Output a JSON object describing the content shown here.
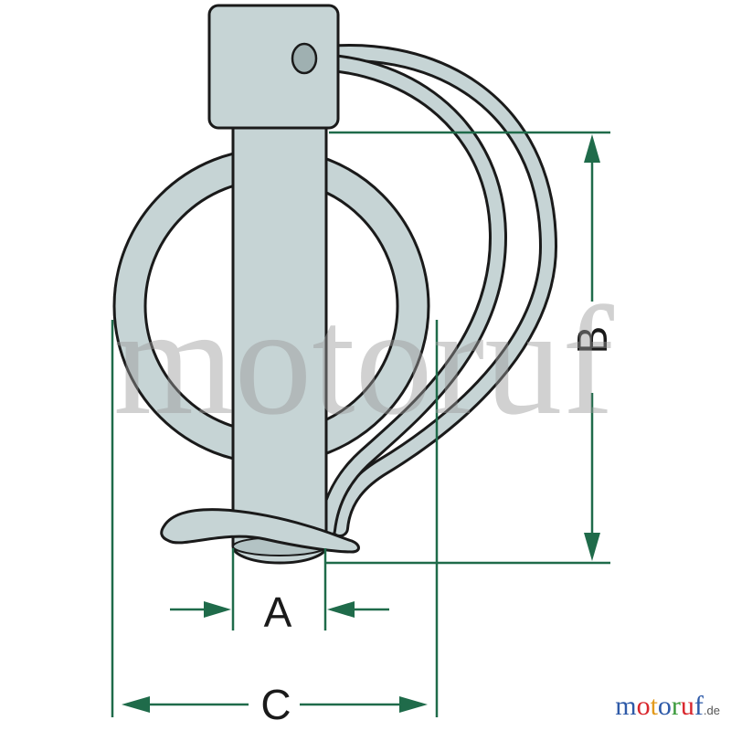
{
  "labels": {
    "a": "A",
    "b": "B",
    "c": "C"
  },
  "watermark": "motoruf",
  "brand": {
    "letters": [
      "m",
      "o",
      "t",
      "o",
      "r",
      "u",
      "f"
    ],
    "letter_colors": [
      "#2e5aa8",
      "#d9262c",
      "#e39a1b",
      "#2e5aa8",
      "#3a9a3a",
      "#d9262c",
      "#2e5aa8"
    ],
    "tld": ".de"
  },
  "colors": {
    "part_fill": "#c6d4d5",
    "dimension": "#1f6b4a",
    "outline": "#1a1a1a"
  }
}
